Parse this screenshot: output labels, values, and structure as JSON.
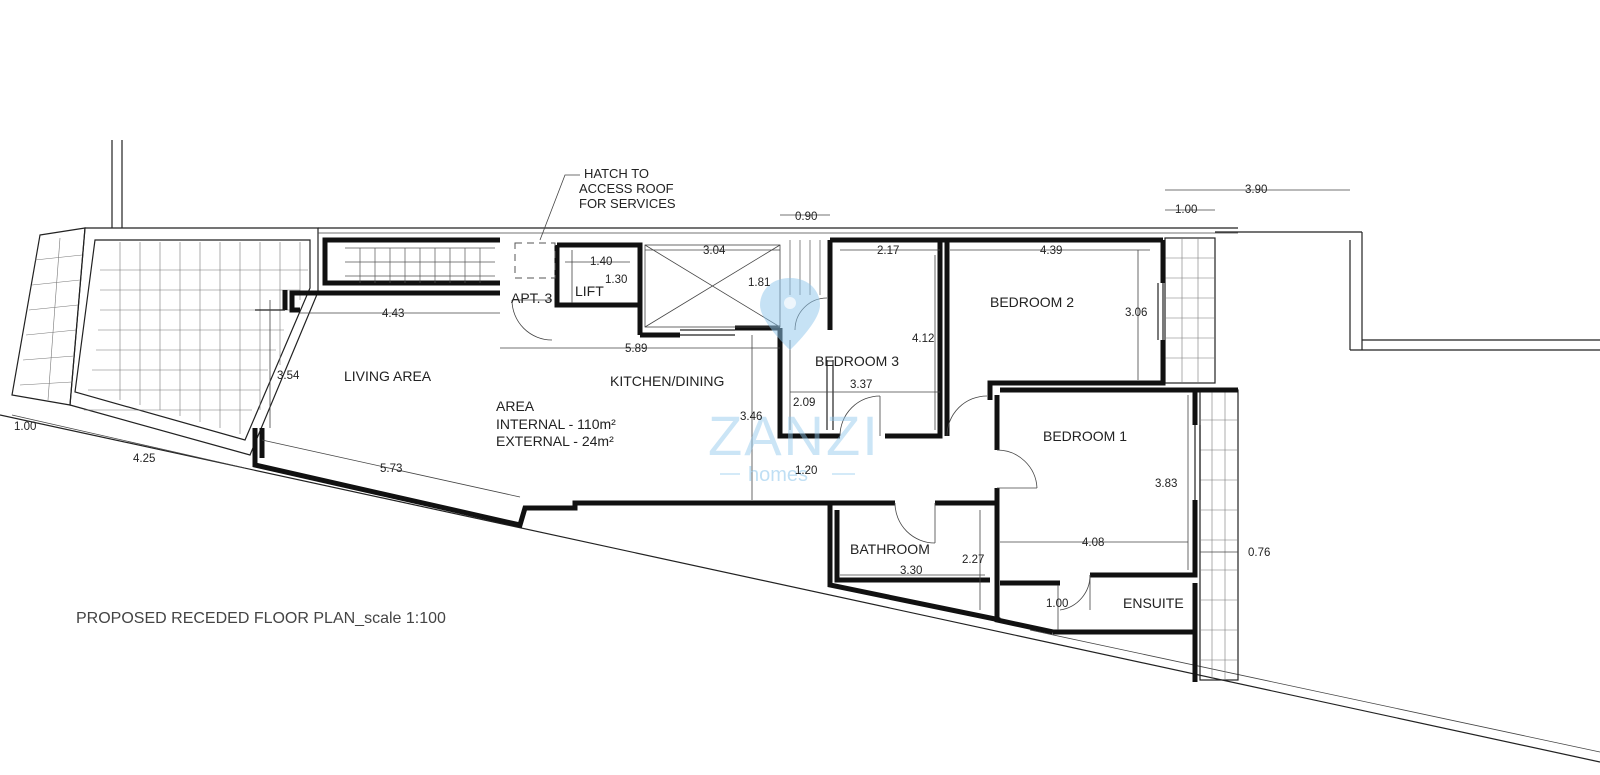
{
  "title": "PROPOSED RECEDED FLOOR PLAN_scale 1:100",
  "watermark": {
    "brand": "ZANZI",
    "sub": "homes",
    "color": "#8ec6ec"
  },
  "rooms": {
    "living": "LIVING AREA",
    "kitchen": "KITCHEN/DINING",
    "bedroom1": "BEDROOM 1",
    "bedroom2": "BEDROOM 2",
    "bedroom3": "BEDROOM 3",
    "bathroom": "BATHROOM",
    "ensuite": "ENSUITE",
    "apt": "APT. 3",
    "lift": "LIFT"
  },
  "area": {
    "heading": "AREA",
    "internal": "INTERNAL - 110m²",
    "external": "EXTERNAL - 24m²"
  },
  "hatch_note": [
    "HATCH TO",
    "ACCESS ROOF",
    "FOR SERVICES"
  ],
  "dimensions": {
    "d390": "3.90",
    "d100_top": "1.00",
    "d090": "0.90",
    "d304": "3.04",
    "d181": "1.81",
    "d217": "2.17",
    "d439": "4.39",
    "d140": "1.40",
    "d130": "1.30",
    "d443": "4.43",
    "d589": "5.89",
    "d354": "3.54",
    "d412": "4.12",
    "d306": "3.06",
    "d337": "3.37",
    "d209": "2.09",
    "d346": "3.46",
    "d573": "5.73",
    "d120": "1.20",
    "d100_left": "1.00",
    "d425": "4.25",
    "d383": "3.83",
    "d408": "4.08",
    "d076": "0.76",
    "d227": "2.27",
    "d330": "3.30",
    "d100_ens": "1.00"
  }
}
